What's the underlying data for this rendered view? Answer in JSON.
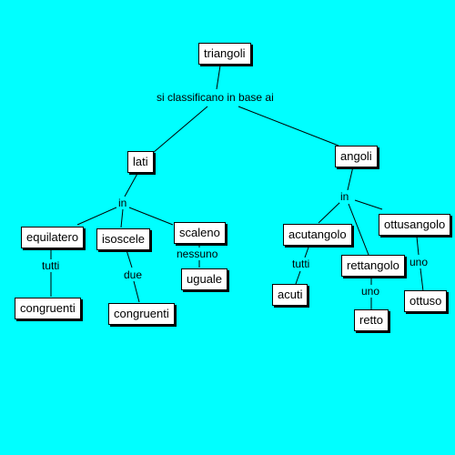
{
  "background": "#00ffff",
  "nodes": {
    "triangoli": "triangoli",
    "lati": "lati",
    "angoli": "angoli",
    "equilatero": "equilatero",
    "isoscele": "isoscele",
    "scaleno": "scaleno",
    "congruenti_1": "congruenti",
    "congruenti_2": "congruenti",
    "uguale": "uguale",
    "acutangolo": "acutangolo",
    "rettangolo": "rettangolo",
    "ottusangolo": "ottusangolo",
    "acuti": "acuti",
    "retto": "retto",
    "ottuso": "ottuso"
  },
  "links": {
    "classificano": "si classificano in base ai",
    "in_lati": "in",
    "in_angoli": "in",
    "tutti_1": "tutti",
    "due": "due",
    "nessuno": "nessuno",
    "tutti_2": "tutti",
    "uno_1": "uno",
    "uno_2": "uno"
  }
}
